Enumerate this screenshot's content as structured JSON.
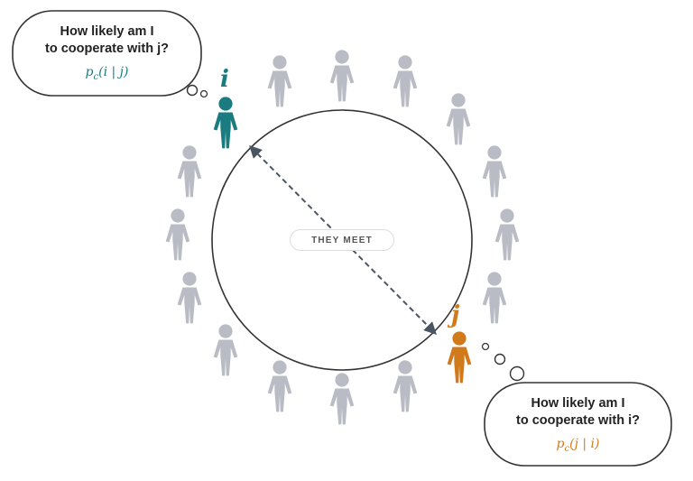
{
  "center_label": "THEY MEET",
  "agent_i": {
    "label": "i",
    "color": "#1a7c80",
    "thought_line1": "How likely am I",
    "thought_line2": "to cooperate with j?",
    "formula_p": "p",
    "formula_sub": "c",
    "formula_args": "(i | j)"
  },
  "agent_j": {
    "label": "j",
    "color": "#d17a1c",
    "thought_line1": "How likely am I",
    "thought_line2": "to cooperate with i?",
    "formula_p": "p",
    "formula_sub": "c",
    "formula_args": "(j | i)"
  },
  "crowd_color": "#b9bcc4",
  "circle_color": "#333333",
  "arrow_color": "#4a5563"
}
